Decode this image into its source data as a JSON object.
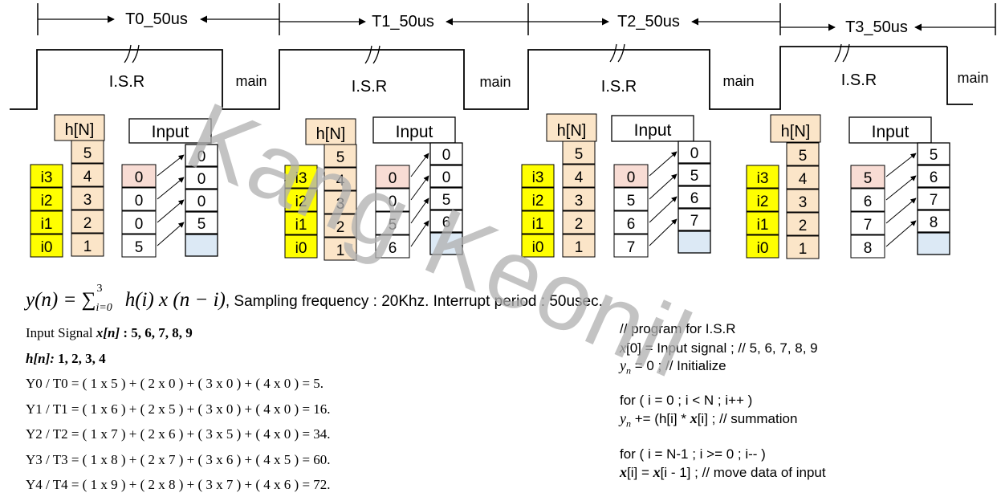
{
  "colors": {
    "yellow": "#ffff00",
    "peach": "#fbe5c8",
    "pink": "#f8dcd4",
    "blue": "#dce9f5"
  },
  "watermark": "Kang Keonil",
  "timeline": {
    "periods": [
      "T0_50us",
      "T1_50us",
      "T2_50us",
      "T3_50us"
    ],
    "isr_label": "I.S.R",
    "main_label": "main"
  },
  "panels": [
    {
      "h_header": "h[N]",
      "input_header": "Input",
      "h": [
        "5",
        "4",
        "3",
        "2",
        "1"
      ],
      "i": [
        "i3",
        "i2",
        "i1",
        "i0"
      ],
      "inputs": [
        "0",
        "0",
        "0",
        "5"
      ],
      "outputs": [
        "0",
        "0",
        "0",
        "5",
        ""
      ]
    },
    {
      "h_header": "h[N]",
      "input_header": "Input",
      "h": [
        "5",
        "4",
        "3",
        "2",
        "1"
      ],
      "i": [
        "i3",
        "i2",
        "i1",
        "i0"
      ],
      "inputs": [
        "0",
        "0",
        "5",
        "6"
      ],
      "outputs": [
        "0",
        "0",
        "5",
        "6",
        ""
      ]
    },
    {
      "h_header": "h[N]",
      "input_header": "Input",
      "h": [
        "5",
        "4",
        "3",
        "2",
        "1"
      ],
      "i": [
        "i3",
        "i2",
        "i1",
        "i0"
      ],
      "inputs": [
        "0",
        "5",
        "6",
        "7"
      ],
      "outputs": [
        "0",
        "5",
        "6",
        "7",
        ""
      ]
    },
    {
      "h_header": "h[N]",
      "input_header": "Input",
      "h": [
        "5",
        "4",
        "3",
        "2",
        "1"
      ],
      "i": [
        "i3",
        "i2",
        "i1",
        "i0"
      ],
      "inputs": [
        "5",
        "6",
        "7",
        "8"
      ],
      "outputs": [
        "5",
        "6",
        "7",
        "8",
        ""
      ]
    }
  ],
  "formula": {
    "main": "y(n) = ∑",
    "sup": "3",
    "sub": "i=0",
    "tail": " h(i) x (n − i)",
    "desc": ", Sampling  frequency : 20Khz.  Interrupt  period : 50usec."
  },
  "signals": {
    "input_label": "Input Signal ",
    "input_sym": "x[n]",
    "input_vals": " : 5, 6, 7, 8, 9",
    "h_sym": "h[n]:",
    "h_vals": " 1, 2, 3, 4"
  },
  "equations": [
    "Y0 / T0 = ( 1 x 5 ) + ( 2 x 0 ) + ( 3 x 0 ) + ( 4 x 0 )  = 5.",
    "Y1 / T1 = ( 1 x 6 ) + ( 2 x 5 ) + ( 3 x 0 ) + ( 4 x 0 ) = 16.",
    "Y2 / T2 = ( 1 x 7 ) + ( 2 x 6 ) + ( 3 x 5 ) + ( 4 x 0 ) = 34.",
    "Y3 / T3 = ( 1 x 8 ) + ( 2 x 7 ) + ( 3 x 6 ) + ( 4 x 5 ) = 60.",
    "Y4 / T4 = ( 1 x 9 ) + ( 2 x 8 ) + ( 3 x 7 ) + ( 4 x 6 ) = 72."
  ],
  "code": {
    "l1": "// program for I.S.R",
    "l2_sym": "x",
    "l2": "[0] = Input signal ; // 5, 6, 7, 8, 9",
    "l3_sym": "y",
    "l3_sub": "n",
    "l3": " = 0 ; // Initialize",
    "l4": "for ( i = 0 ; i < N ; i++ )",
    "l5_sym": "y",
    "l5_sub": "n",
    "l5a": " += (h[i] * ",
    "l5_sym2": "x",
    "l5b": "[i] ;  // summation",
    "l6": "for ( i = N-1 ; i >= 0 ; i-- )",
    "l7_sym": "x",
    "l7a": "[i] = ",
    "l7_sym2": "x",
    "l7b": "[i - 1] ;  // move data of input"
  }
}
